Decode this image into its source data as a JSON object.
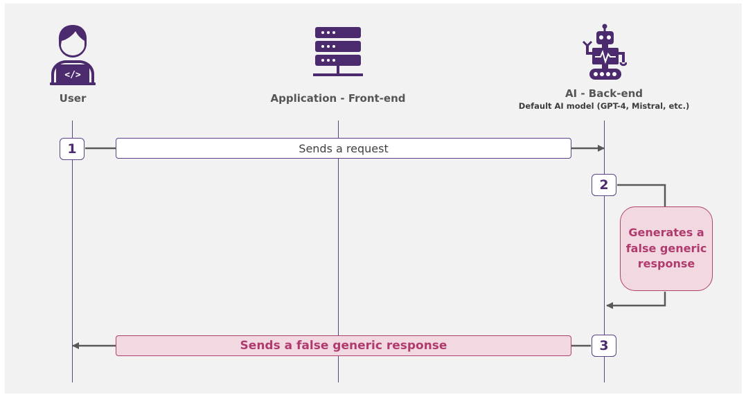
{
  "actors": [
    {
      "id": "user",
      "label": "User",
      "icon": "user-laptop-icon"
    },
    {
      "id": "frontend",
      "label": "Application - Front-end",
      "icon": "server-icon"
    },
    {
      "id": "backend",
      "label": "AI - Back-end",
      "sublabel": "Default AI model (GPT-4, Mistral, etc.)",
      "icon": "robot-icon"
    }
  ],
  "steps": [
    {
      "number": "1",
      "message": "Sends a request"
    },
    {
      "number": "2",
      "message": "Generates a false generic response"
    },
    {
      "number": "3",
      "message": "Sends a false generic response"
    }
  ],
  "colors": {
    "accent": "#4b2a6d",
    "lifeline": "#5b3f87",
    "highlight_text": "#b03a6e",
    "highlight_fill": "#f2d9e1",
    "arrow": "#595959",
    "background": "#f2f2f2"
  }
}
